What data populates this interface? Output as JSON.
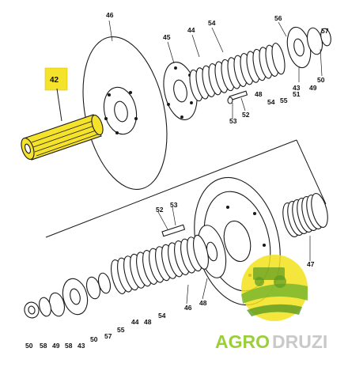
{
  "highlight_label": "42",
  "part_numbers": [
    "46",
    "45",
    "44",
    "54",
    "56",
    "57",
    "50",
    "49",
    "43",
    "48",
    "55",
    "51",
    "53",
    "52",
    "54",
    "42",
    "52",
    "53",
    "47",
    "50",
    "58",
    "49",
    "58",
    "43",
    "50",
    "57",
    "55",
    "44",
    "54",
    "48",
    "46",
    "48"
  ],
  "watermark": {
    "left": "AGRO",
    "right": "DRUZI"
  },
  "colors": {
    "highlight": "#f5e22a",
    "watermark_green": "#9bcf3a",
    "watermark_grey": "#c9c9c9",
    "logo_yellow": "#f3e21c",
    "line": "#1a1a1a"
  }
}
